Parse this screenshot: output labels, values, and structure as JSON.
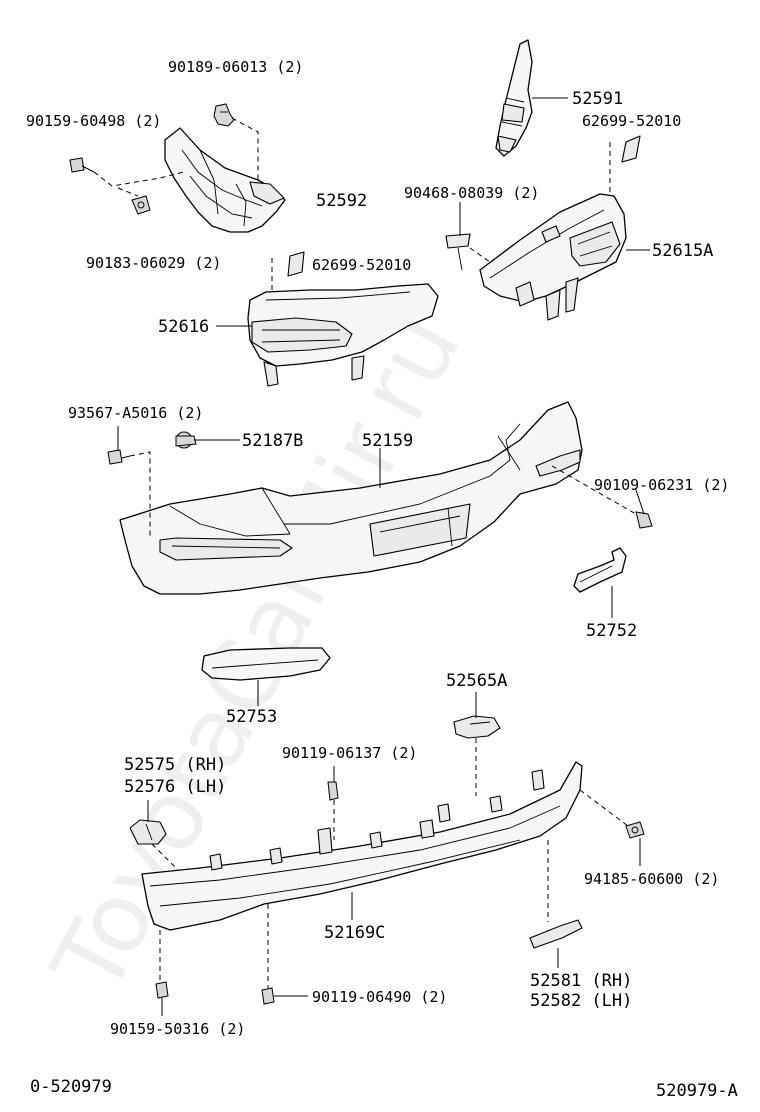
{
  "watermark": "ToyotaCarMir.ru",
  "footer": {
    "left_code": "0-520979",
    "right_code": "520979-A"
  },
  "labels": {
    "p90189_06013": "90189-06013 (2)",
    "p90159_60498": "90159-60498 (2)",
    "p52592": "52592",
    "p90183_06029": "90183-06029 (2)",
    "p52591": "52591",
    "p62699_52010_top": "62699-52010",
    "p90468_08039": "90468-08039 (2)",
    "p52615A": "52615A",
    "p62699_52010_mid": "62699-52010",
    "p52616": "52616",
    "p93567_A5016": "93567-A5016 (2)",
    "p52187B": "52187B",
    "p52159": "52159",
    "p90109_06231": "90109-06231 (2)",
    "p52752": "52752",
    "p52753": "52753",
    "p52565A": "52565A",
    "p52575": "52575 (RH)",
    "p52576": "52576 (LH)",
    "p90119_06137": "90119-06137 (2)",
    "p94185_60600": "94185-60600 (2)",
    "p52169C": "52169C",
    "p52581": "52581 (RH)",
    "p52582": "52582 (LH)",
    "p90119_06490": "90119-06490 (2)",
    "p90159_50316": "90159-50316 (2)"
  }
}
